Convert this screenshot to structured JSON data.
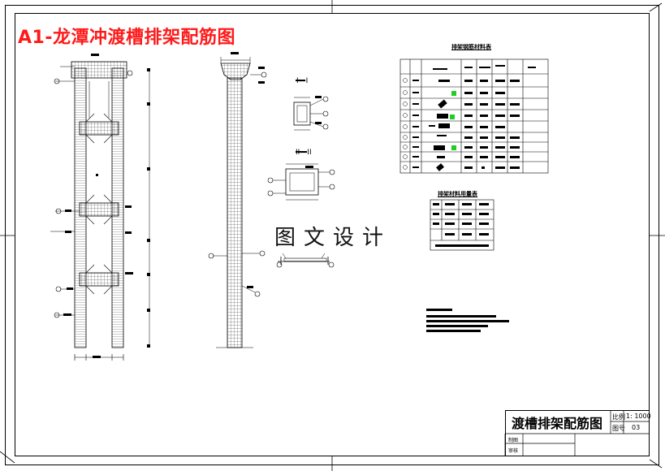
{
  "drawing": {
    "banner_title": "A1-龙潭冲渡槽排架配筋图",
    "watermark": "图文设计",
    "titleblock": {
      "name": "渡槽排架配筋图",
      "scale_label": "比例",
      "scale_value": "1: 1000",
      "sheet_label": "图号",
      "sheet_value": "03",
      "row1_label": "制图",
      "row2_label": "审核"
    },
    "rebar_table_title": "排架钢筋材料表",
    "material_table_title": "排架材料用量表",
    "section_labels": [
      "I—I",
      "II—II"
    ]
  }
}
